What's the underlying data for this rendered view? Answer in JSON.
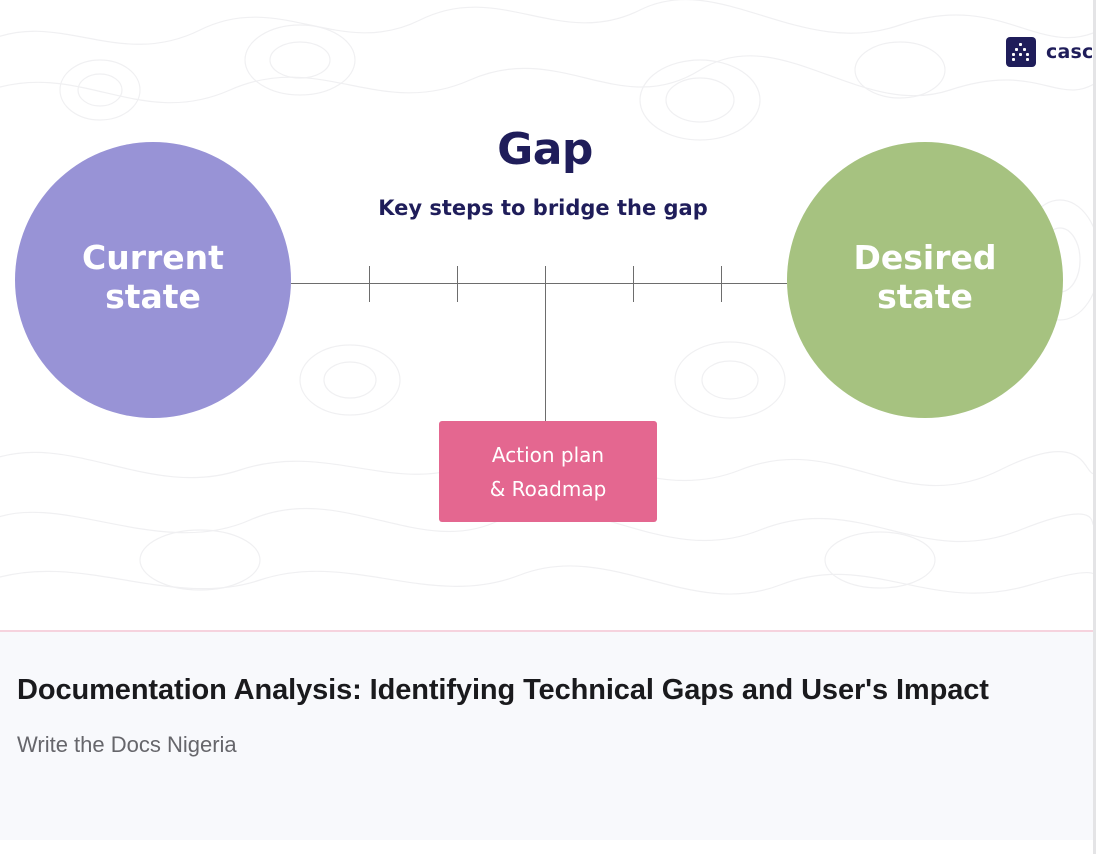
{
  "brand": {
    "logo_text": "casc",
    "logo_color": "#1f1d5a"
  },
  "slide": {
    "title": "Gap",
    "subtitle": "Key steps to bridge the gap",
    "current_state": {
      "line1": "Current",
      "line2": "state",
      "color": "#9893d6"
    },
    "desired_state": {
      "line1": "Desired",
      "line2": "state",
      "color": "#a6c280"
    },
    "timeline_ticks": 5,
    "action_box": {
      "line1": "Action plan",
      "line2": "& Roadmap",
      "color": "#e46790"
    }
  },
  "card": {
    "title": "Documentation Analysis: Identifying Technical Gaps and User's Impact",
    "source": "Write the Docs Nigeria"
  }
}
